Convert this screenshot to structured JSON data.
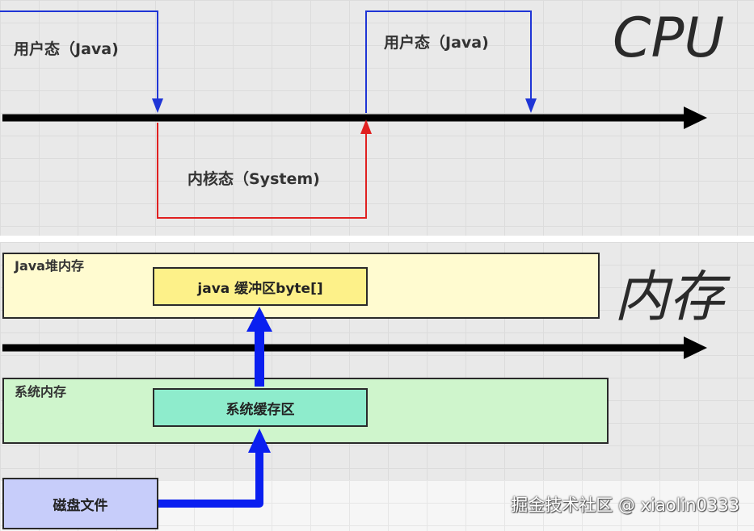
{
  "cpu": {
    "user_mode_left": "用户态（Java)",
    "user_mode_right": "用户态（Java)",
    "kernel_mode": "内核态（System)",
    "title": "CPU"
  },
  "memory": {
    "title": "内存",
    "java_heap_label": "Java堆内存",
    "java_buffer": "java 缓冲区byte[]",
    "system_memory_label": "系统内存",
    "system_cache": "系统缓存区",
    "disk_file": "磁盘文件"
  },
  "watermark": "掘金技术社区 @ xiaolin0333",
  "colors": {
    "user_mode_line": "#1f35d6",
    "kernel_mode_line": "#e02020",
    "data_flow_arrow": "#0a1ff0",
    "java_heap_fill": "#fffbd0",
    "java_buffer_fill": "#fdf189",
    "system_memory_fill": "#cff5cc",
    "system_cache_fill": "#8eeccc",
    "disk_fill": "#c7cdfa"
  }
}
